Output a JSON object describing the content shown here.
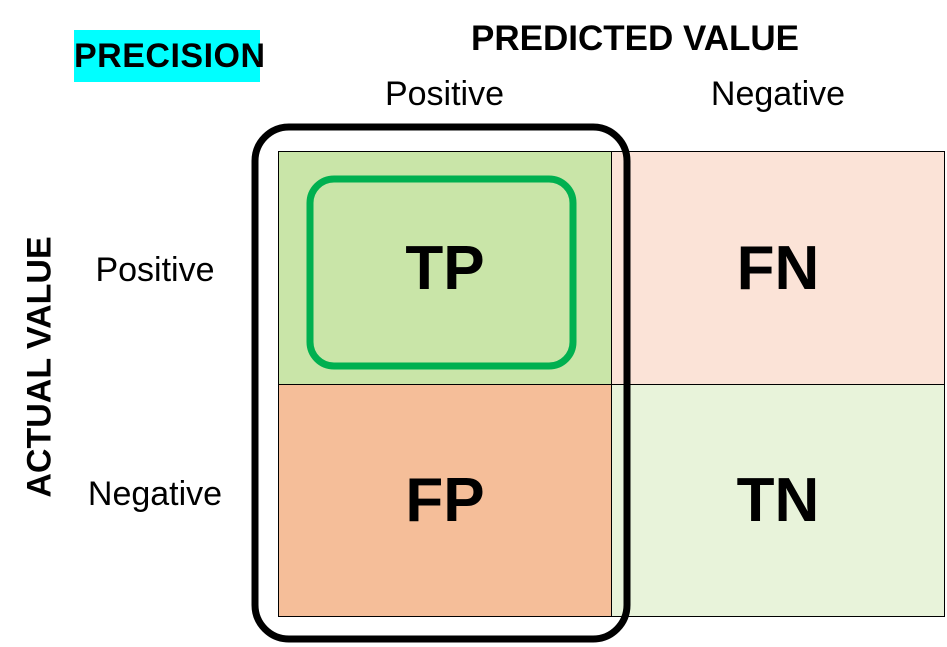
{
  "title": "PRECISION",
  "predicted_axis": {
    "title": "PREDICTED VALUE",
    "columns": [
      "Positive",
      "Negative"
    ]
  },
  "actual_axis": {
    "title": "ACTUAL VALUE",
    "rows": [
      "Positive",
      "Negative"
    ]
  },
  "cells": {
    "tp": "TP",
    "fn": "FN",
    "fp": "FP",
    "tn": "TN"
  },
  "colors": {
    "title_highlight": "#00ffff",
    "tp": "#c9e5a8",
    "fn": "#fbe3d7",
    "fp": "#f5be99",
    "tn": "#e8f3da",
    "precision_outline": "#000000",
    "tp_highlight_outline": "#00b050"
  }
}
